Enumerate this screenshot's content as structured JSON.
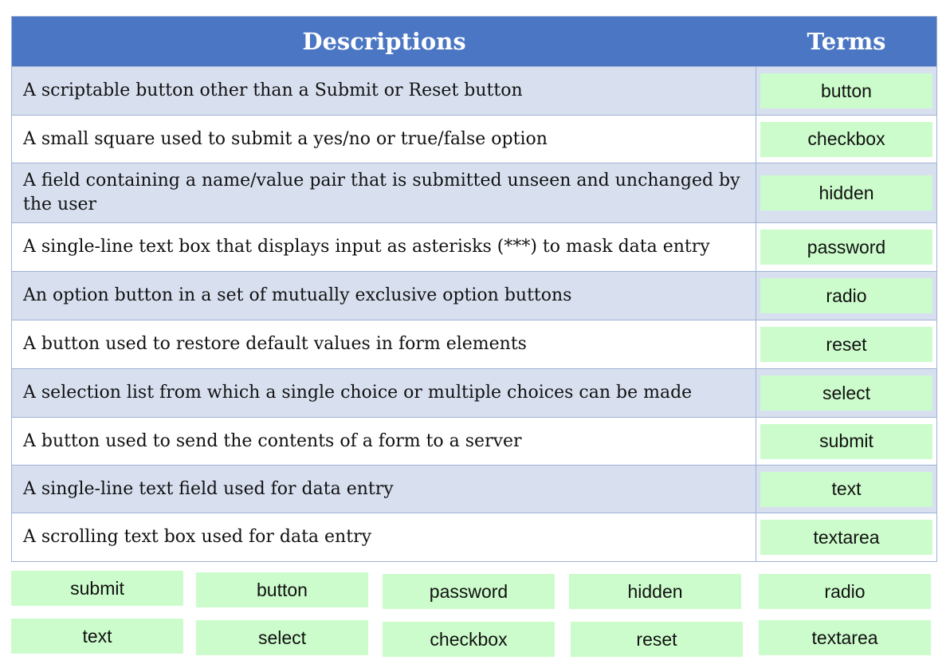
{
  "table": {
    "header": {
      "descriptions": "Descriptions",
      "terms": "Terms"
    },
    "rows": [
      {
        "description": "A scriptable button other than a Submit or Reset button",
        "term": "button"
      },
      {
        "description": "A small square used to submit a yes/no or true/false option",
        "term": "checkbox"
      },
      {
        "description": "A field containing a name/value pair that is submitted unseen and unchanged by the user",
        "term": "hidden"
      },
      {
        "description": "A single-line text box that displays input as asterisks (***) to mask data entry",
        "term": "password"
      },
      {
        "description": "An option button in a set of mutually exclusive option buttons",
        "term": "radio"
      },
      {
        "description": "A button used to restore default values in form elements",
        "term": "reset"
      },
      {
        "description": "A selection list from which a single choice or multiple choices can be made",
        "term": "select"
      },
      {
        "description": "A button used to send the contents of a form to a server",
        "term": "submit"
      },
      {
        "description": "A single-line text field used for data entry",
        "term": "text"
      },
      {
        "description": "A scrolling text box used for data entry",
        "term": "textarea"
      }
    ]
  },
  "bank": [
    "submit",
    "button",
    "password",
    "hidden",
    "radio",
    "text",
    "select",
    "checkbox",
    "reset",
    "textarea"
  ],
  "colors": {
    "header_bg": "#4a76c4",
    "row_alt_bg": "#d8e0f0",
    "chip_bg": "#ccfccc",
    "border": "#9fb2d6"
  }
}
